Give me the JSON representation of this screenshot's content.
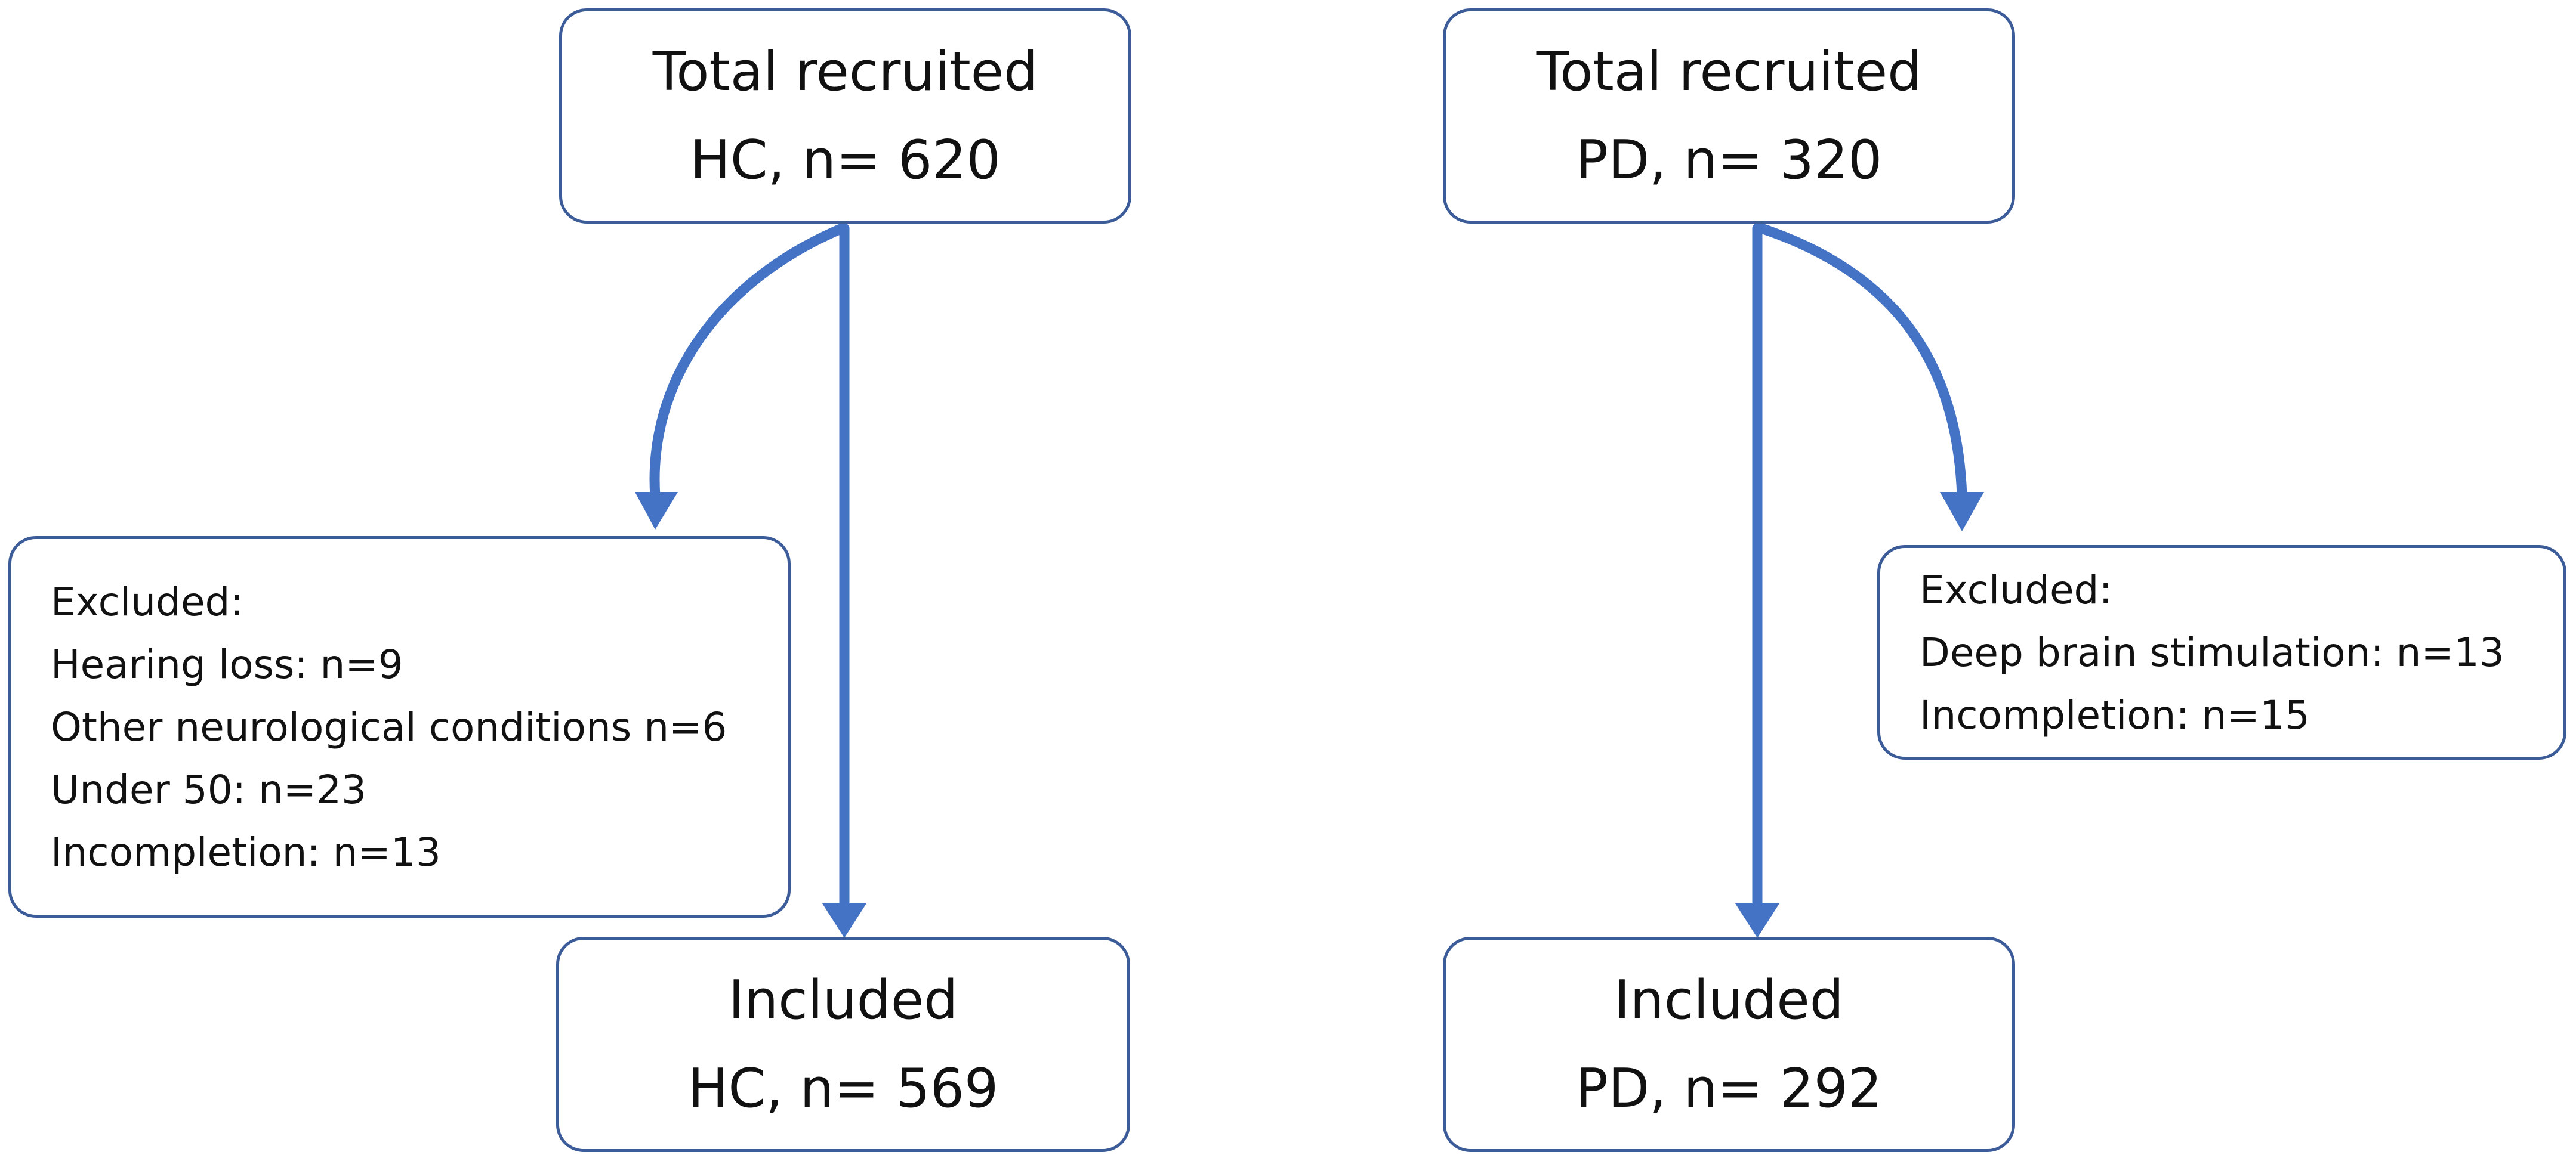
{
  "colors": {
    "box_border": "#3c5c99",
    "arrow": "#4472c4",
    "text": "#111111",
    "background": "#ffffff"
  },
  "hc": {
    "total": {
      "line1": "Total recruited",
      "line2": "HC, n= 620"
    },
    "excluded": {
      "heading": "Excluded:",
      "items": [
        "Hearing loss: n=9",
        "Other neurological conditions n=6",
        "Under 50: n=23",
        "Incompletion: n=13"
      ]
    },
    "included": {
      "line1": "Included",
      "line2": "HC, n= 569"
    }
  },
  "pd": {
    "total": {
      "line1": "Total recruited",
      "line2": "PD, n= 320"
    },
    "excluded": {
      "heading": "Excluded:",
      "items": [
        "Deep brain stimulation: n=13",
        "Incompletion: n=15"
      ]
    },
    "included": {
      "line1": "Included",
      "line2": "PD, n= 292"
    }
  }
}
